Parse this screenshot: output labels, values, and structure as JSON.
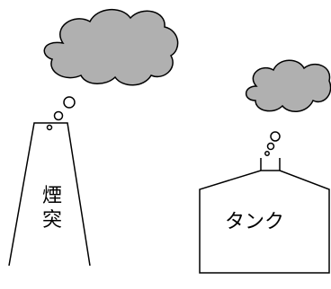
{
  "chimney": {
    "label_chars": [
      "煙",
      "突"
    ]
  },
  "tank": {
    "label": "タンク"
  },
  "colors": {
    "outline": "#000000",
    "smoke_fill": "#b0b0b0",
    "puff_fill": "#ffffff",
    "background": "#ffffff"
  },
  "icons": {
    "chimney": "chimney-icon",
    "tank": "tank-icon",
    "smoke": "smoke-cloud-icon"
  }
}
